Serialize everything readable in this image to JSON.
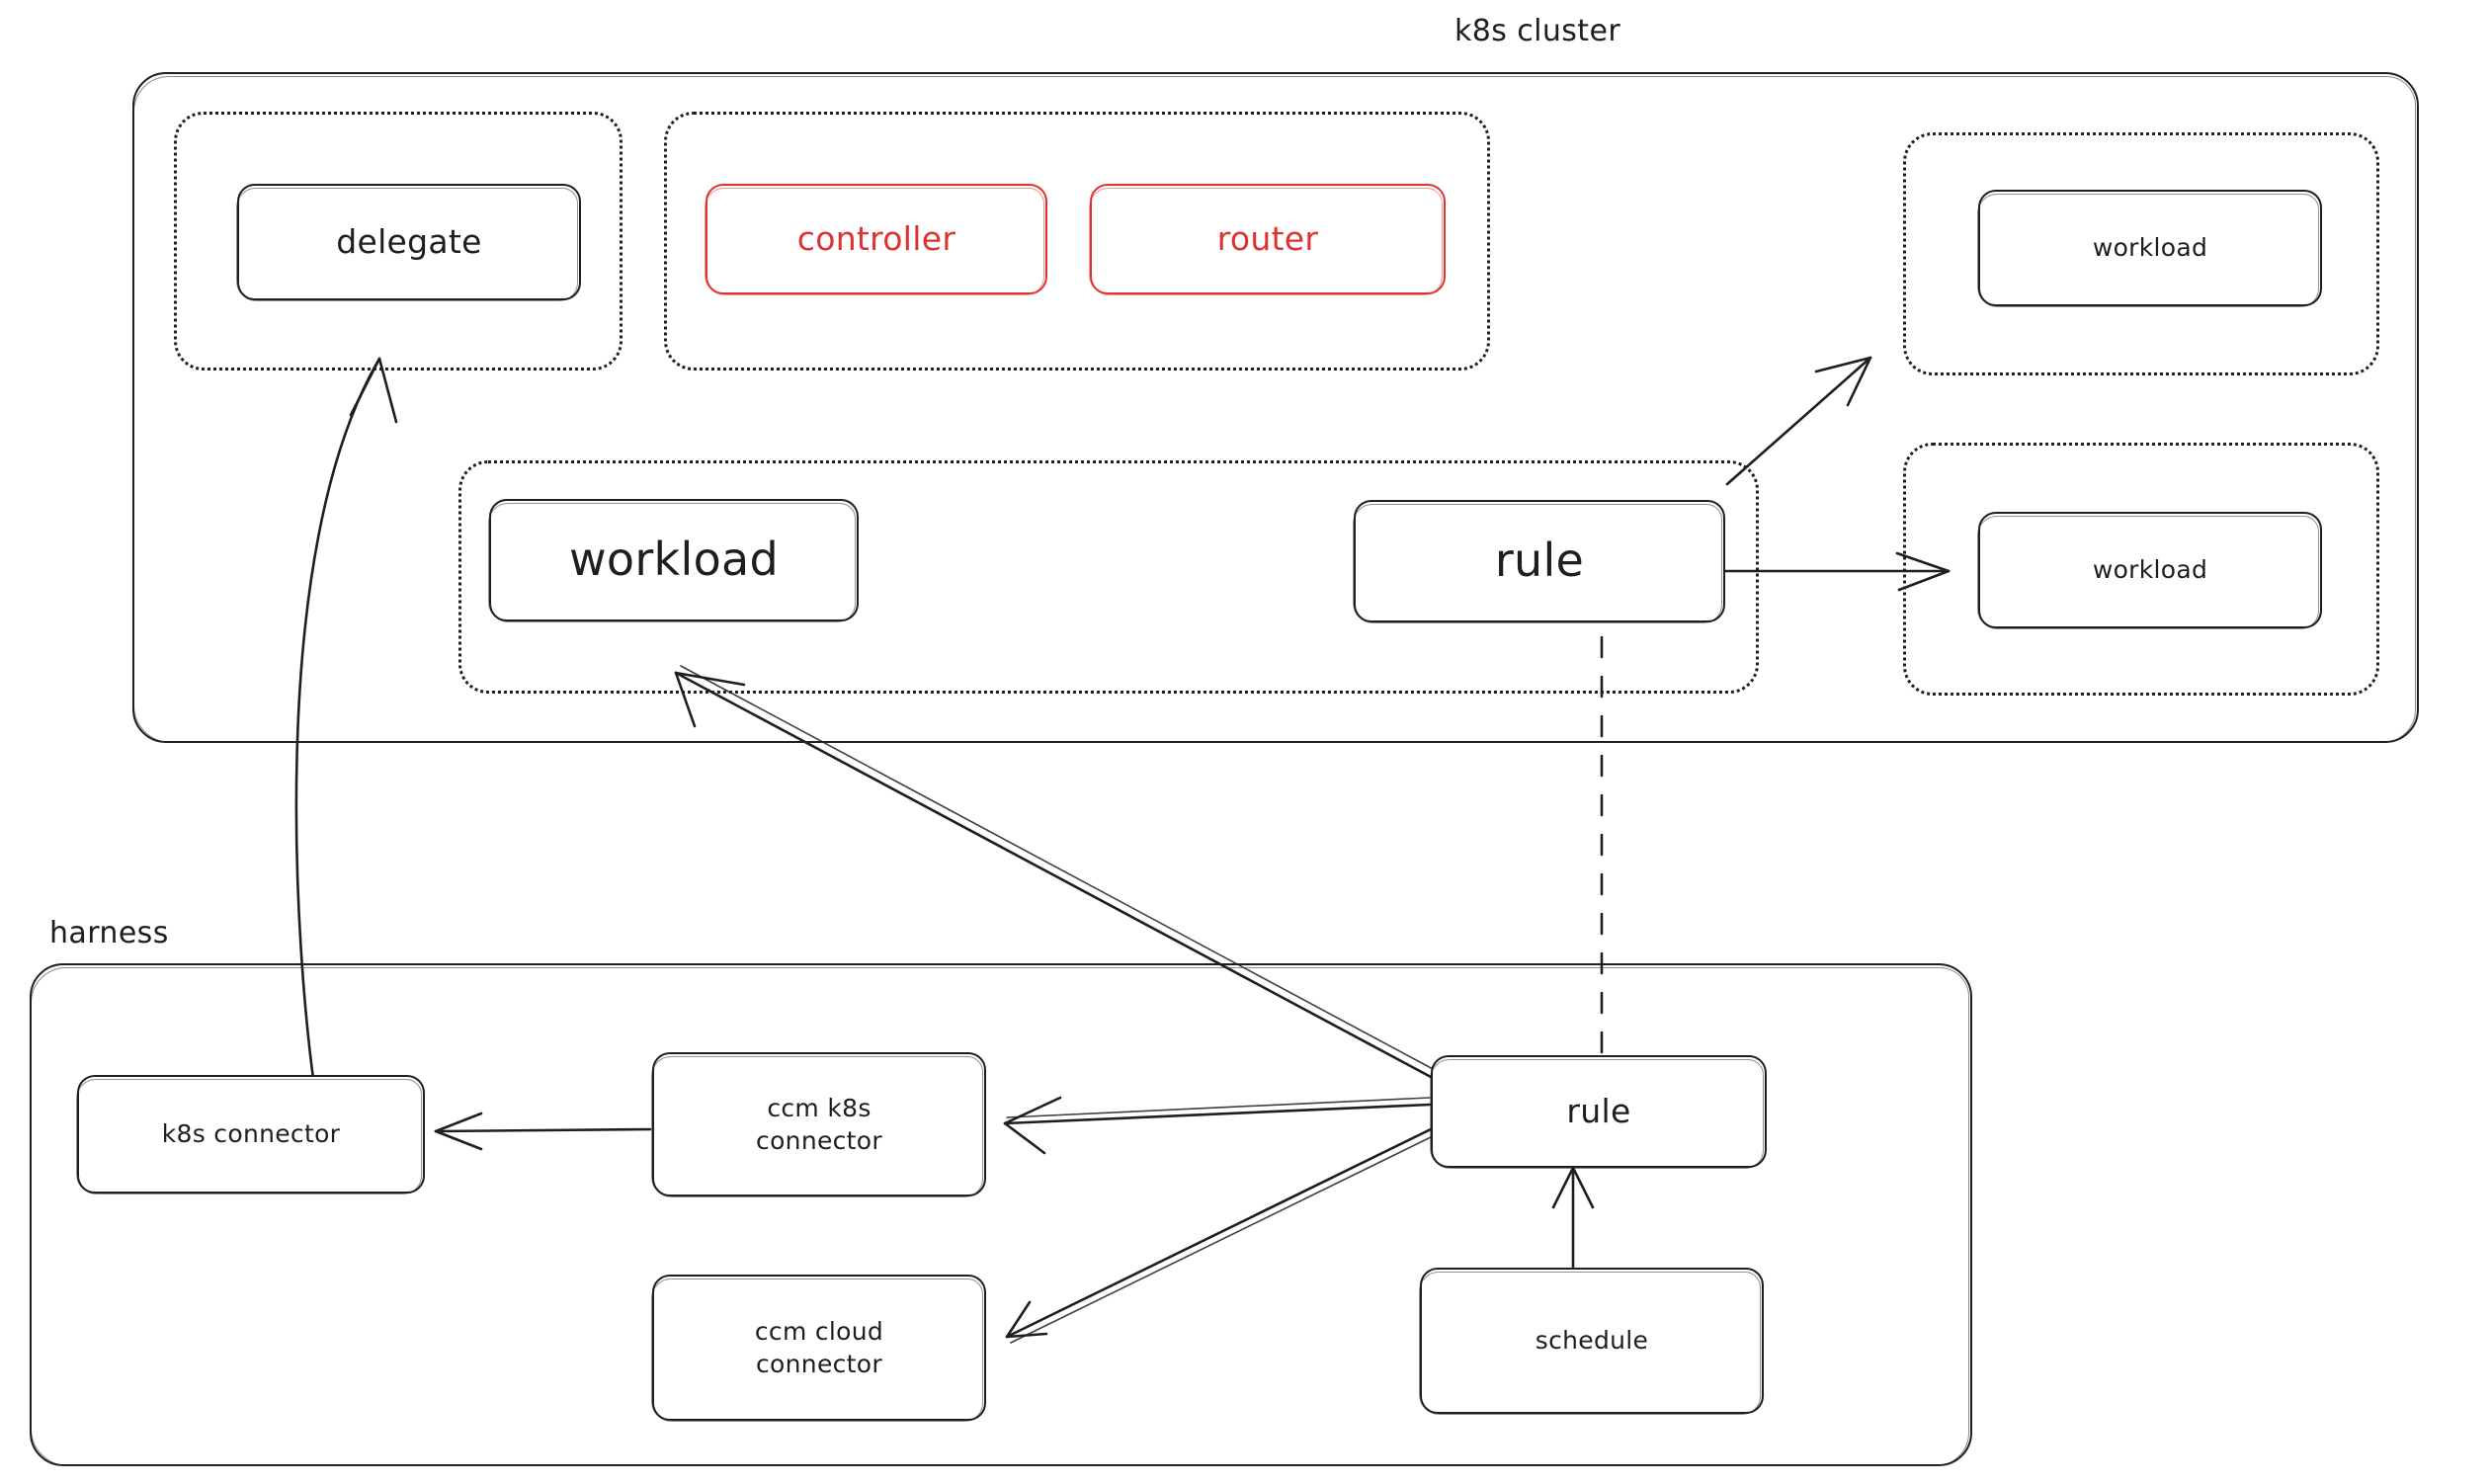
{
  "diagram": {
    "title_visible": false,
    "style": "hand-drawn-sketch",
    "colors": {
      "stroke": "#1e1e1e",
      "accent_red": "#e03131",
      "background": "#ffffff"
    }
  },
  "groups": {
    "cluster": {
      "label": "k8s cluster"
    },
    "harness": {
      "label": "harness"
    }
  },
  "cluster_nodes": {
    "delegate": {
      "label": "delegate"
    },
    "controller": {
      "label": "controller",
      "color": "#e03131"
    },
    "router": {
      "label": "router",
      "color": "#e03131"
    },
    "workload_main": {
      "label": "workload"
    },
    "rule": {
      "label": "rule"
    },
    "workload_top_right": {
      "label": "workload"
    },
    "workload_bottom_right": {
      "label": "workload"
    }
  },
  "harness_nodes": {
    "k8s_connector": {
      "label": "k8s connector"
    },
    "ccm_k8s_connector": {
      "label": "ccm k8s\nconnector",
      "line1": "ccm k8s",
      "line2": "connector"
    },
    "ccm_cloud_connector": {
      "label": "ccm cloud\nconnector",
      "line1": "ccm cloud",
      "line2": "connector"
    },
    "rule": {
      "label": "rule"
    },
    "schedule": {
      "label": "schedule"
    }
  },
  "edges": [
    {
      "from": "harness.k8s_connector",
      "to": "cluster.delegate",
      "style": "solid",
      "arrow": "end"
    },
    {
      "from": "harness.rule",
      "to": "cluster.workload_main",
      "style": "solid",
      "arrow": "end"
    },
    {
      "from": "cluster.rule",
      "to": "cluster.workload_top_right",
      "style": "solid",
      "arrow": "end"
    },
    {
      "from": "cluster.rule",
      "to": "cluster.workload_bottom_right",
      "style": "solid",
      "arrow": "end"
    },
    {
      "from": "cluster.rule",
      "to": "harness.rule",
      "style": "dashed",
      "arrow": "none"
    },
    {
      "from": "harness.rule",
      "to": "harness.ccm_k8s_connector",
      "style": "solid",
      "arrow": "end"
    },
    {
      "from": "harness.rule",
      "to": "harness.ccm_cloud_connector",
      "style": "solid",
      "arrow": "end"
    },
    {
      "from": "harness.ccm_k8s_connector",
      "to": "harness.k8s_connector",
      "style": "solid",
      "arrow": "end"
    },
    {
      "from": "harness.schedule",
      "to": "harness.rule",
      "style": "solid",
      "arrow": "end"
    }
  ]
}
